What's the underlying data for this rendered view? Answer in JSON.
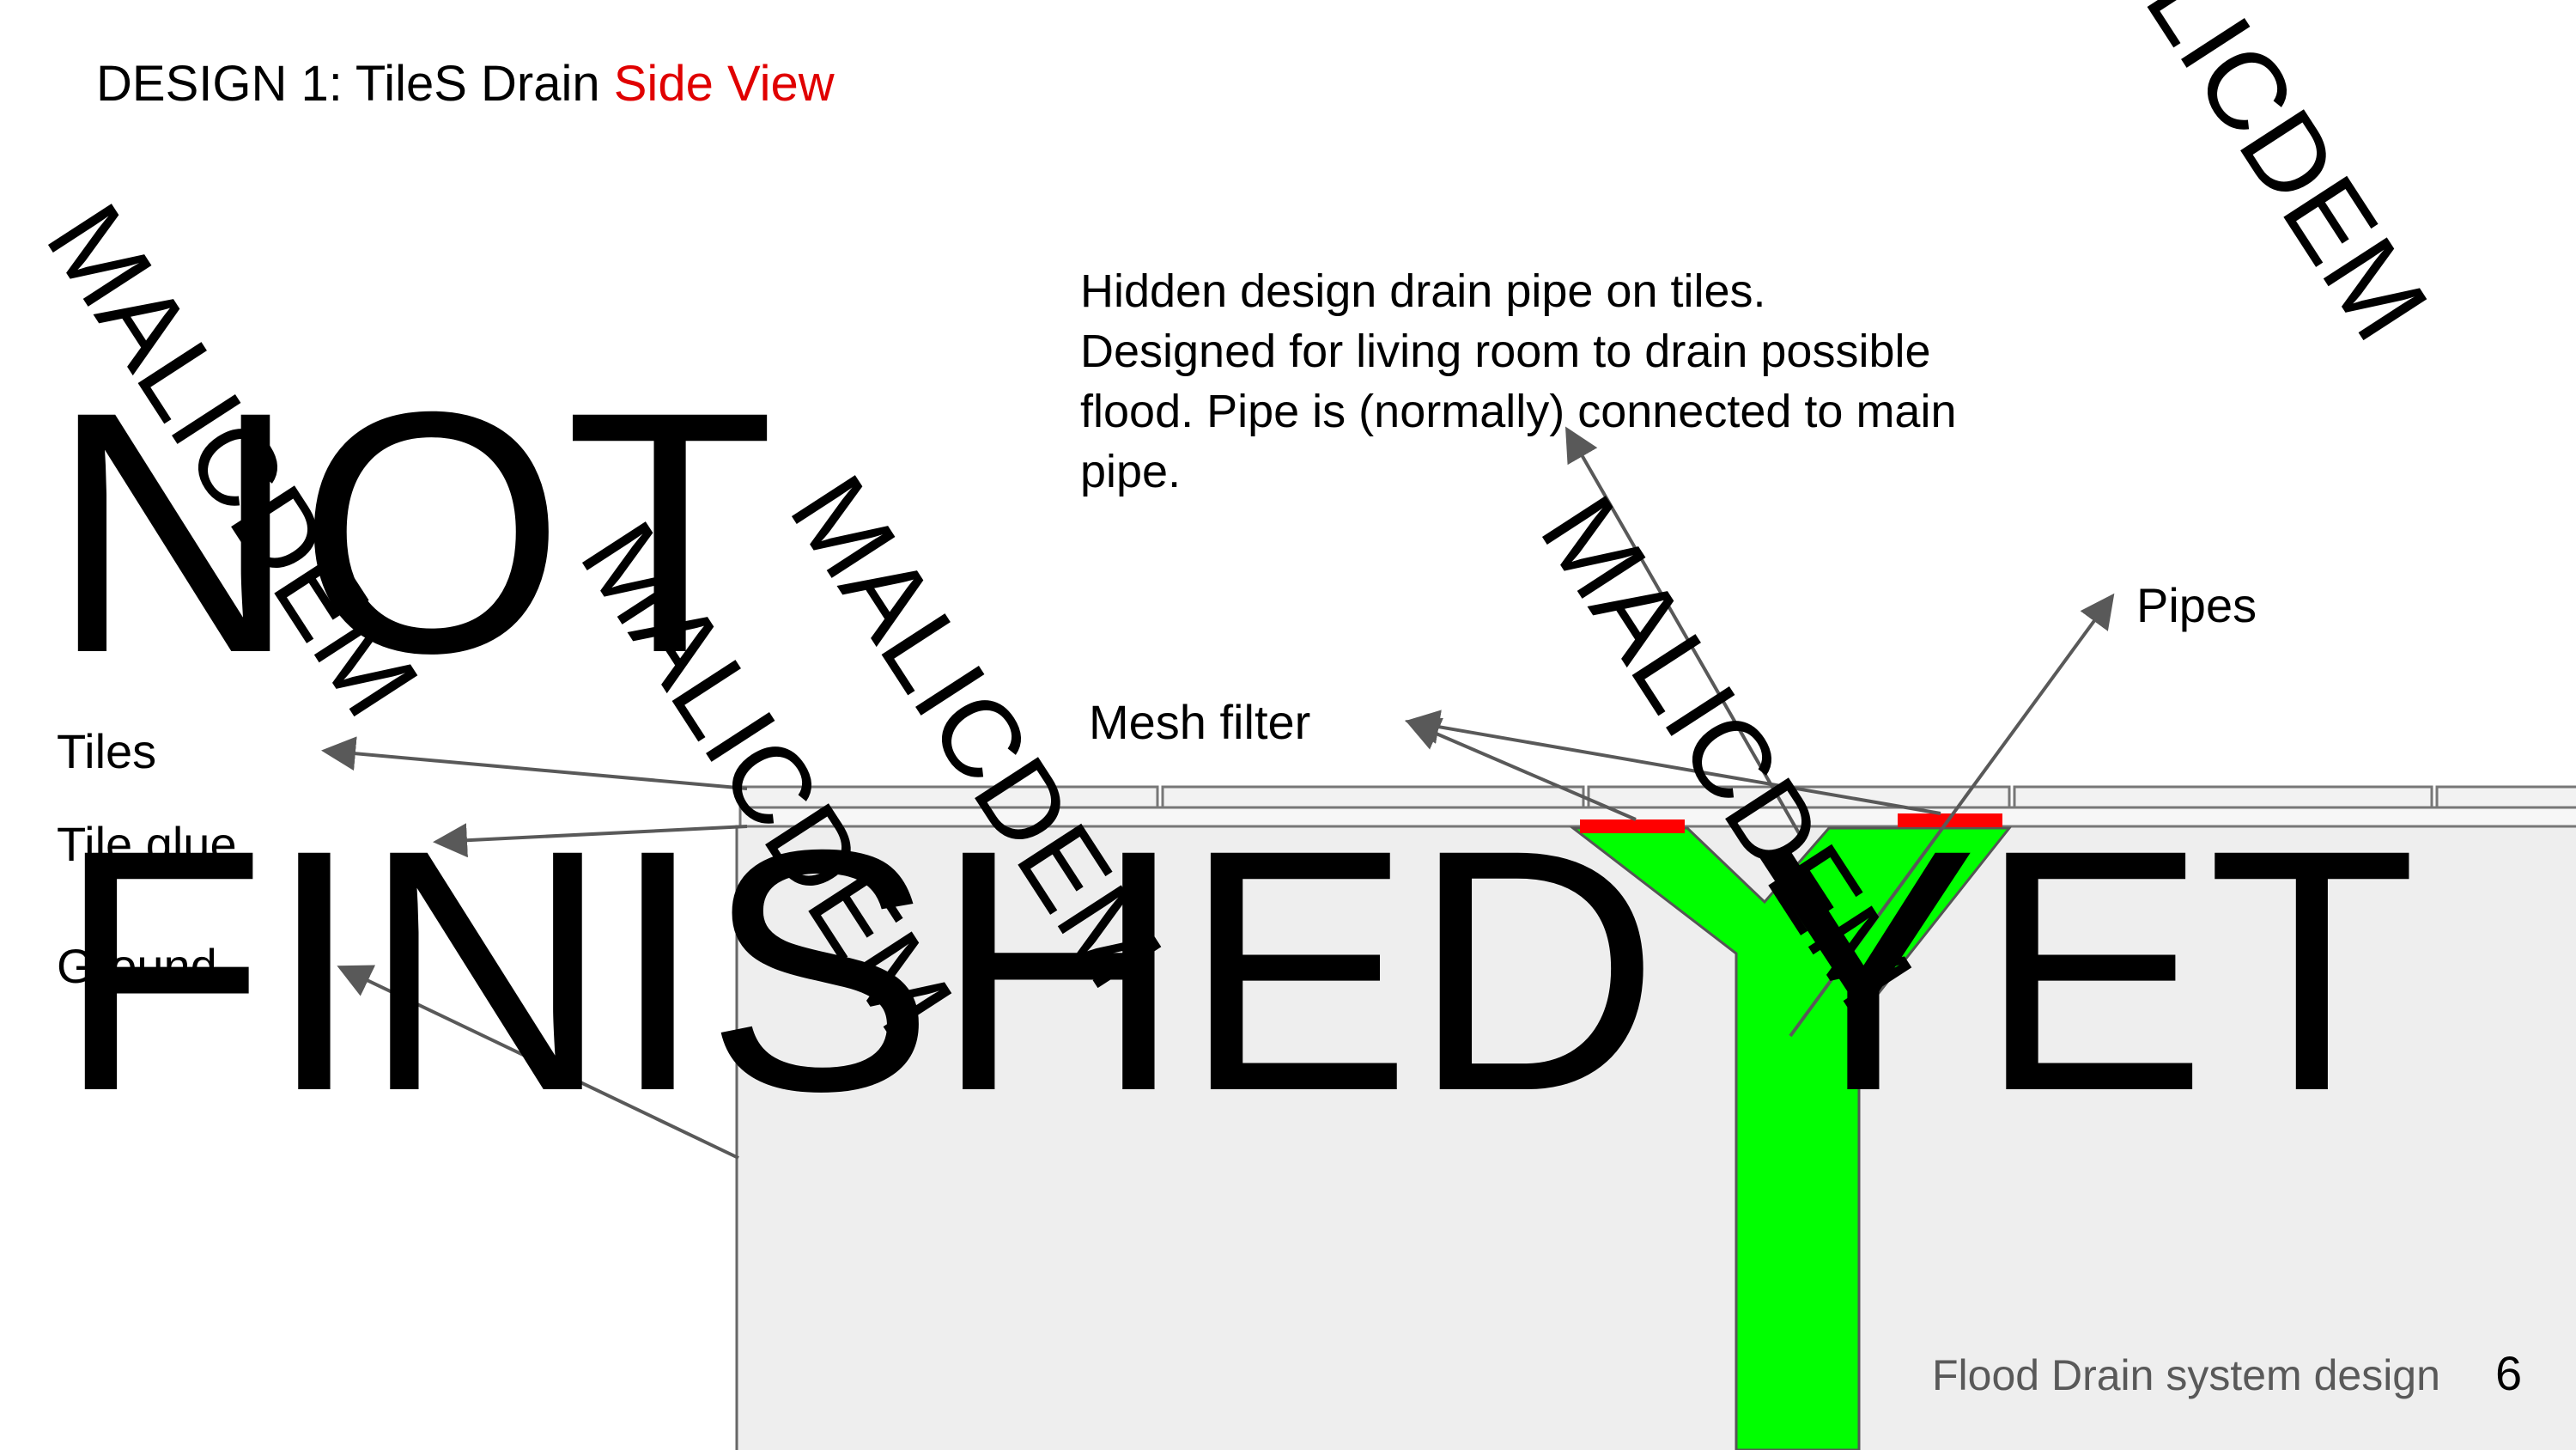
{
  "title": {
    "prefix": "DESIGN 1: TileS Drain ",
    "accent": "Side View",
    "accent_color": "#e00000"
  },
  "description": [
    "Hidden design drain pipe on tiles.",
    "Designed for living room to drain possible",
    "flood. Pipe is (normally) connected to main",
    "pipe."
  ],
  "labels": {
    "tiles": "Tiles",
    "tile_glue": "Tile glue",
    "ground": "Ground",
    "mesh_filter": "Mesh filter",
    "pipes": "Pipes"
  },
  "footer": {
    "text": "Flood Drain system design",
    "page": "6"
  },
  "watermark": {
    "text": "MALICDEM",
    "line1": "NOT",
    "line2": "FINISHED YET"
  },
  "colors": {
    "pipe": "#00ff00",
    "filter": "#ff0000",
    "ground": "#eeeeee",
    "tile": "#f2f2f2",
    "arrow": "#595959"
  }
}
